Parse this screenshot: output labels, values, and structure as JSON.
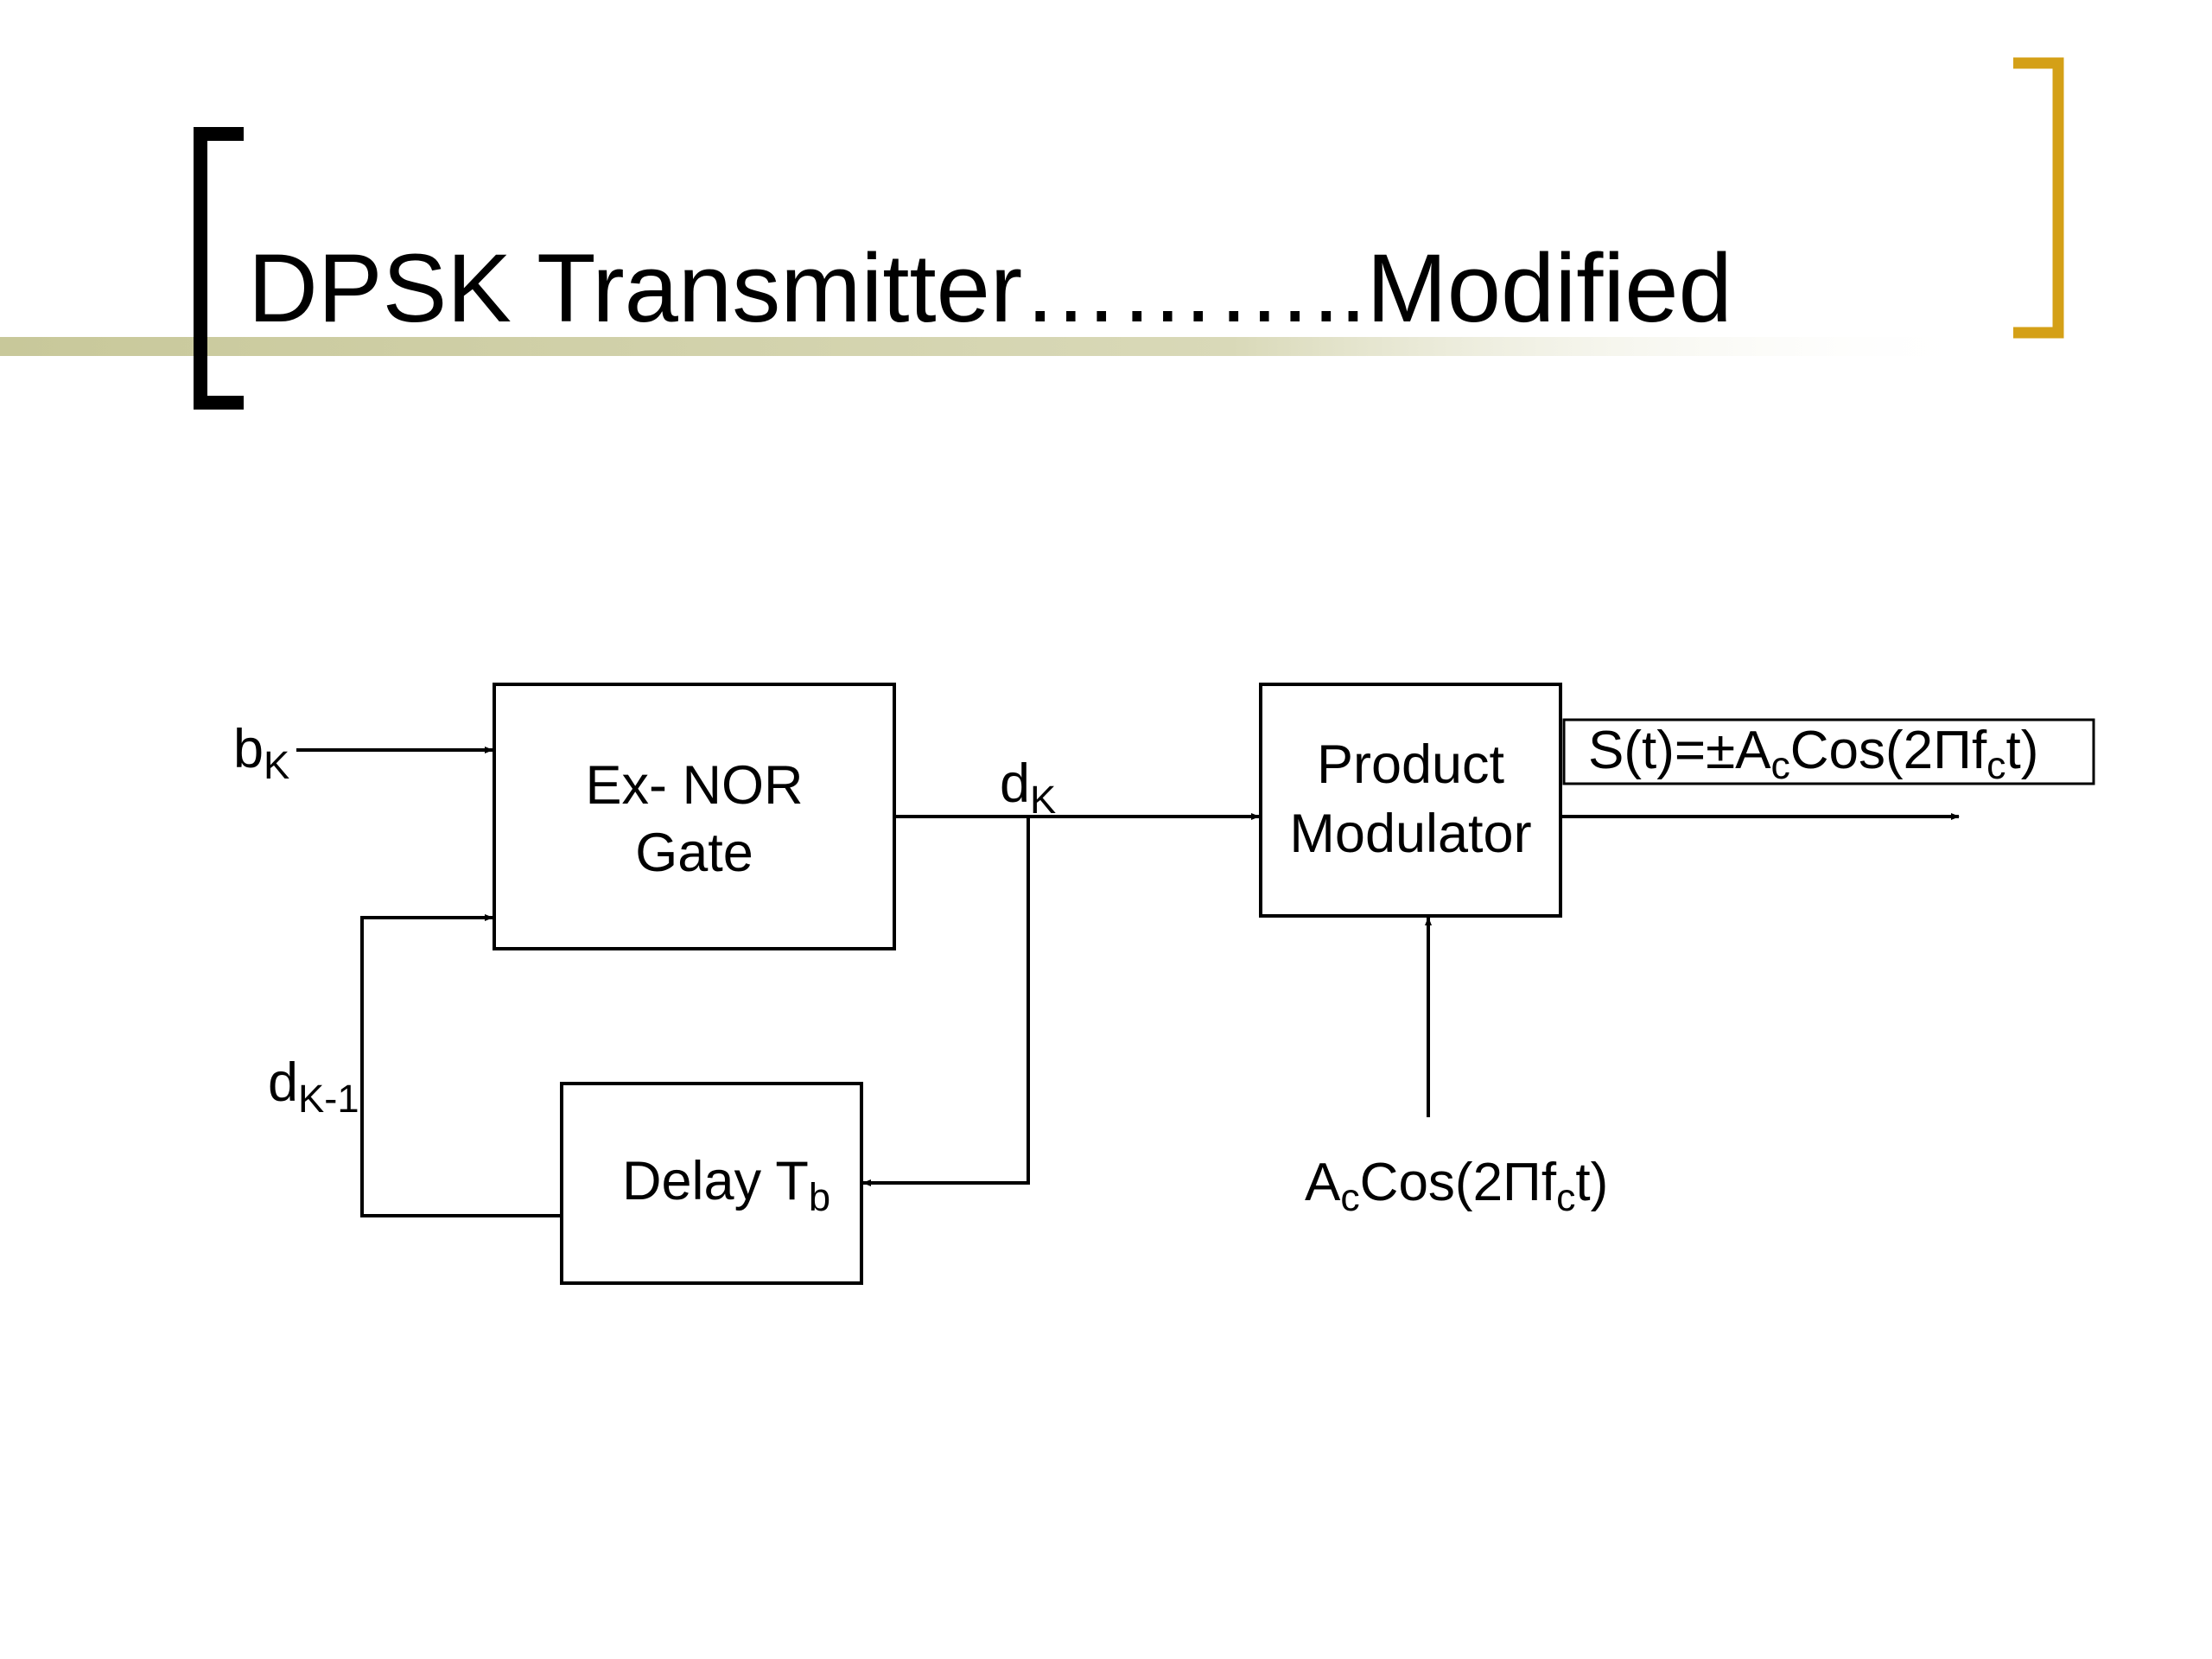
{
  "slide": {
    "title": "DPSK Transmitter………..Modified",
    "colors": {
      "accent_bar": "#c8c89a",
      "right_bracket": "#d4a017",
      "left_bracket": "#000000"
    }
  },
  "diagram": {
    "blocks": {
      "exnor": {
        "line1": "Ex- NOR",
        "line2": "Gate"
      },
      "modulator": {
        "line1": "Product",
        "line2": "Modulator"
      },
      "delay": {
        "main": "Delay T",
        "sub": "b"
      }
    },
    "signals": {
      "bk": {
        "main": "b",
        "sub": "K"
      },
      "dk": {
        "main": "d",
        "sub": "K"
      },
      "dk1": {
        "main": "d",
        "sub": "K-1"
      },
      "output": {
        "p1": "S(t)=±A",
        "s1": "c",
        "p2": "Cos(2Πf",
        "s2": "c",
        "p3": "t)"
      },
      "carrier": {
        "p1": "A",
        "s1": "c",
        "p2": "Cos(2Πf",
        "s2": "c",
        "p3": "t)"
      }
    }
  }
}
